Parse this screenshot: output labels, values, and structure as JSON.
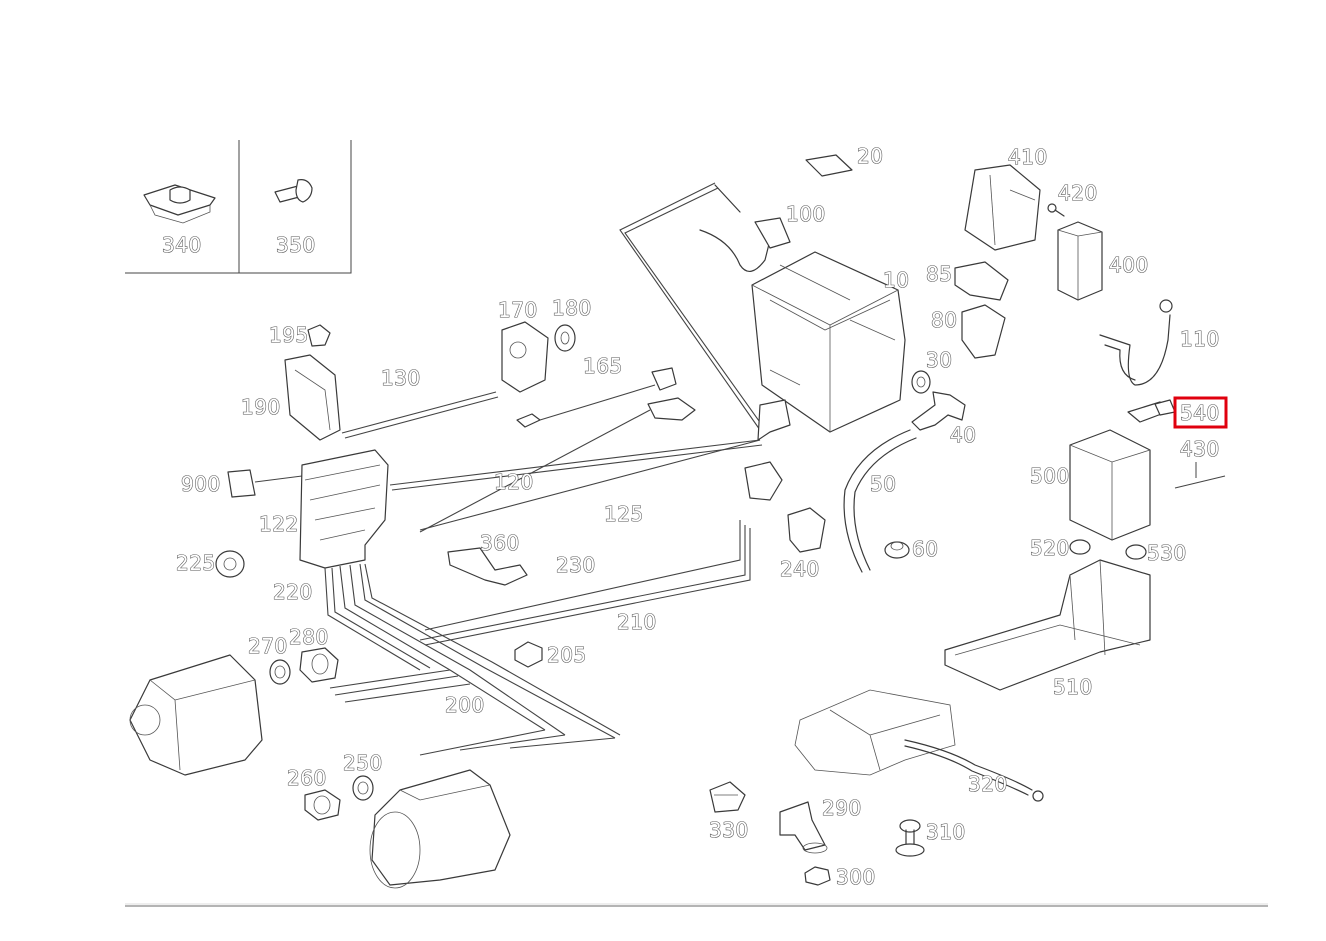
{
  "diagram": {
    "callouts": [
      "10",
      "20",
      "30",
      "40",
      "50",
      "60",
      "80",
      "85",
      "100",
      "110",
      "120",
      "122",
      "125",
      "130",
      "165",
      "170",
      "180",
      "190",
      "195",
      "200",
      "205",
      "210",
      "220",
      "225",
      "230",
      "240",
      "250",
      "260",
      "270",
      "280",
      "290",
      "300",
      "310",
      "320",
      "330",
      "340",
      "350",
      "360",
      "400",
      "410",
      "420",
      "430",
      "500",
      "510",
      "520",
      "530",
      "540",
      "900"
    ],
    "highlighted_callout": "540",
    "highlight_color": "#e0000e",
    "inset_parts": [
      "340",
      "350"
    ]
  }
}
